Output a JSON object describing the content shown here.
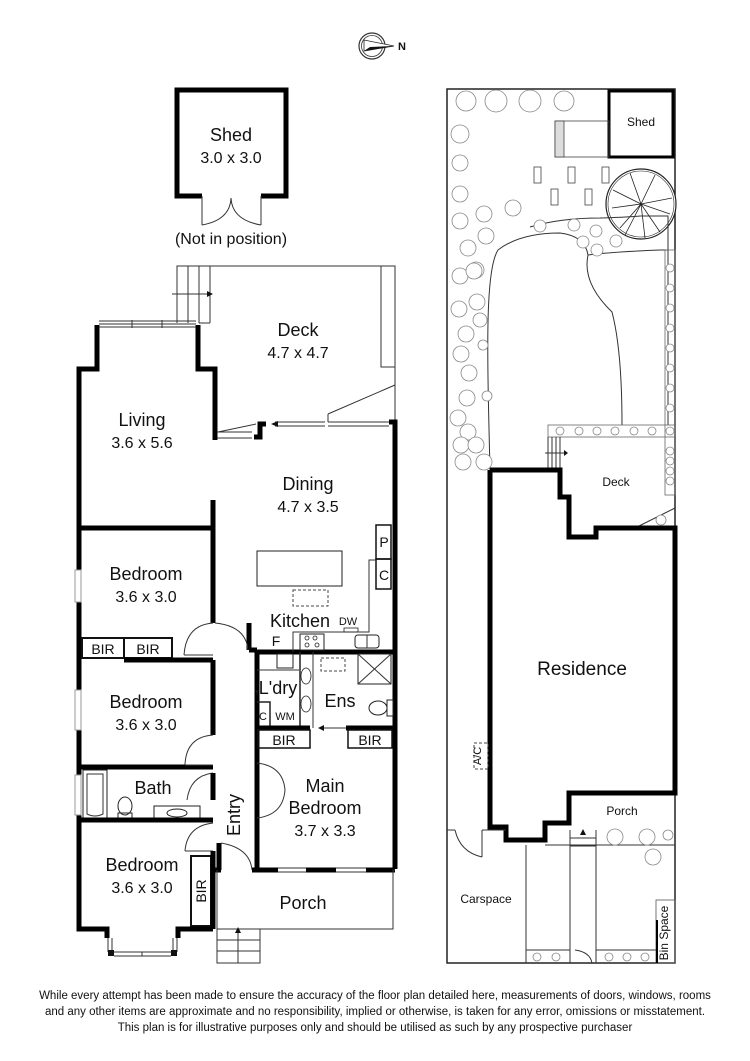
{
  "compass": {
    "label": "N",
    "icon": "compass-north-icon"
  },
  "floor_plan": {
    "shed": {
      "name": "Shed",
      "dims": "3.0 x 3.0",
      "note": "(Not in position)"
    },
    "rooms": {
      "deck": {
        "name": "Deck",
        "dims": "4.7 x 4.7"
      },
      "living": {
        "name": "Living",
        "dims": "3.6 x 5.6"
      },
      "dining": {
        "name": "Dining",
        "dims": "4.7 x 3.5"
      },
      "bedroom1": {
        "name": "Bedroom",
        "dims": "3.6 x 3.0"
      },
      "bedroom2": {
        "name": "Bedroom",
        "dims": "3.6 x 3.0"
      },
      "bedroom3": {
        "name": "Bedroom",
        "dims": "3.6 x 3.0"
      },
      "main_bedroom": {
        "name_line1": "Main",
        "name_line2": "Bedroom",
        "dims": "3.7 x 3.3"
      },
      "kitchen": {
        "name": "Kitchen"
      },
      "laundry": {
        "name": "L'dry"
      },
      "ensuite": {
        "name": "Ens"
      },
      "bath": {
        "name": "Bath"
      },
      "entry": {
        "name": "Entry"
      },
      "porch": {
        "name": "Porch"
      }
    },
    "fixtures": {
      "bir": "BIR",
      "pantry": "P",
      "cupboard": "C",
      "fridge": "F",
      "dishwasher": "DW",
      "washing_machine": "WM"
    }
  },
  "site_plan": {
    "shed": "Shed",
    "deck": "Deck",
    "residence": "Residence",
    "porch": "Porch",
    "carspace": "Carspace",
    "bin_space": "Bin Space",
    "ac": "A/C"
  },
  "disclaimer": {
    "line1": "While every attempt has been made to ensure the accuracy of the floor plan detailed here, measurements of doors, windows, rooms",
    "line2": "and any other items are approximate and no responsibility, implied or otherwise, is taken for any error, omissions or misstatement.",
    "line3": "This plan is for illustrative purposes only and should be utilised as such by any prospective purchaser"
  }
}
